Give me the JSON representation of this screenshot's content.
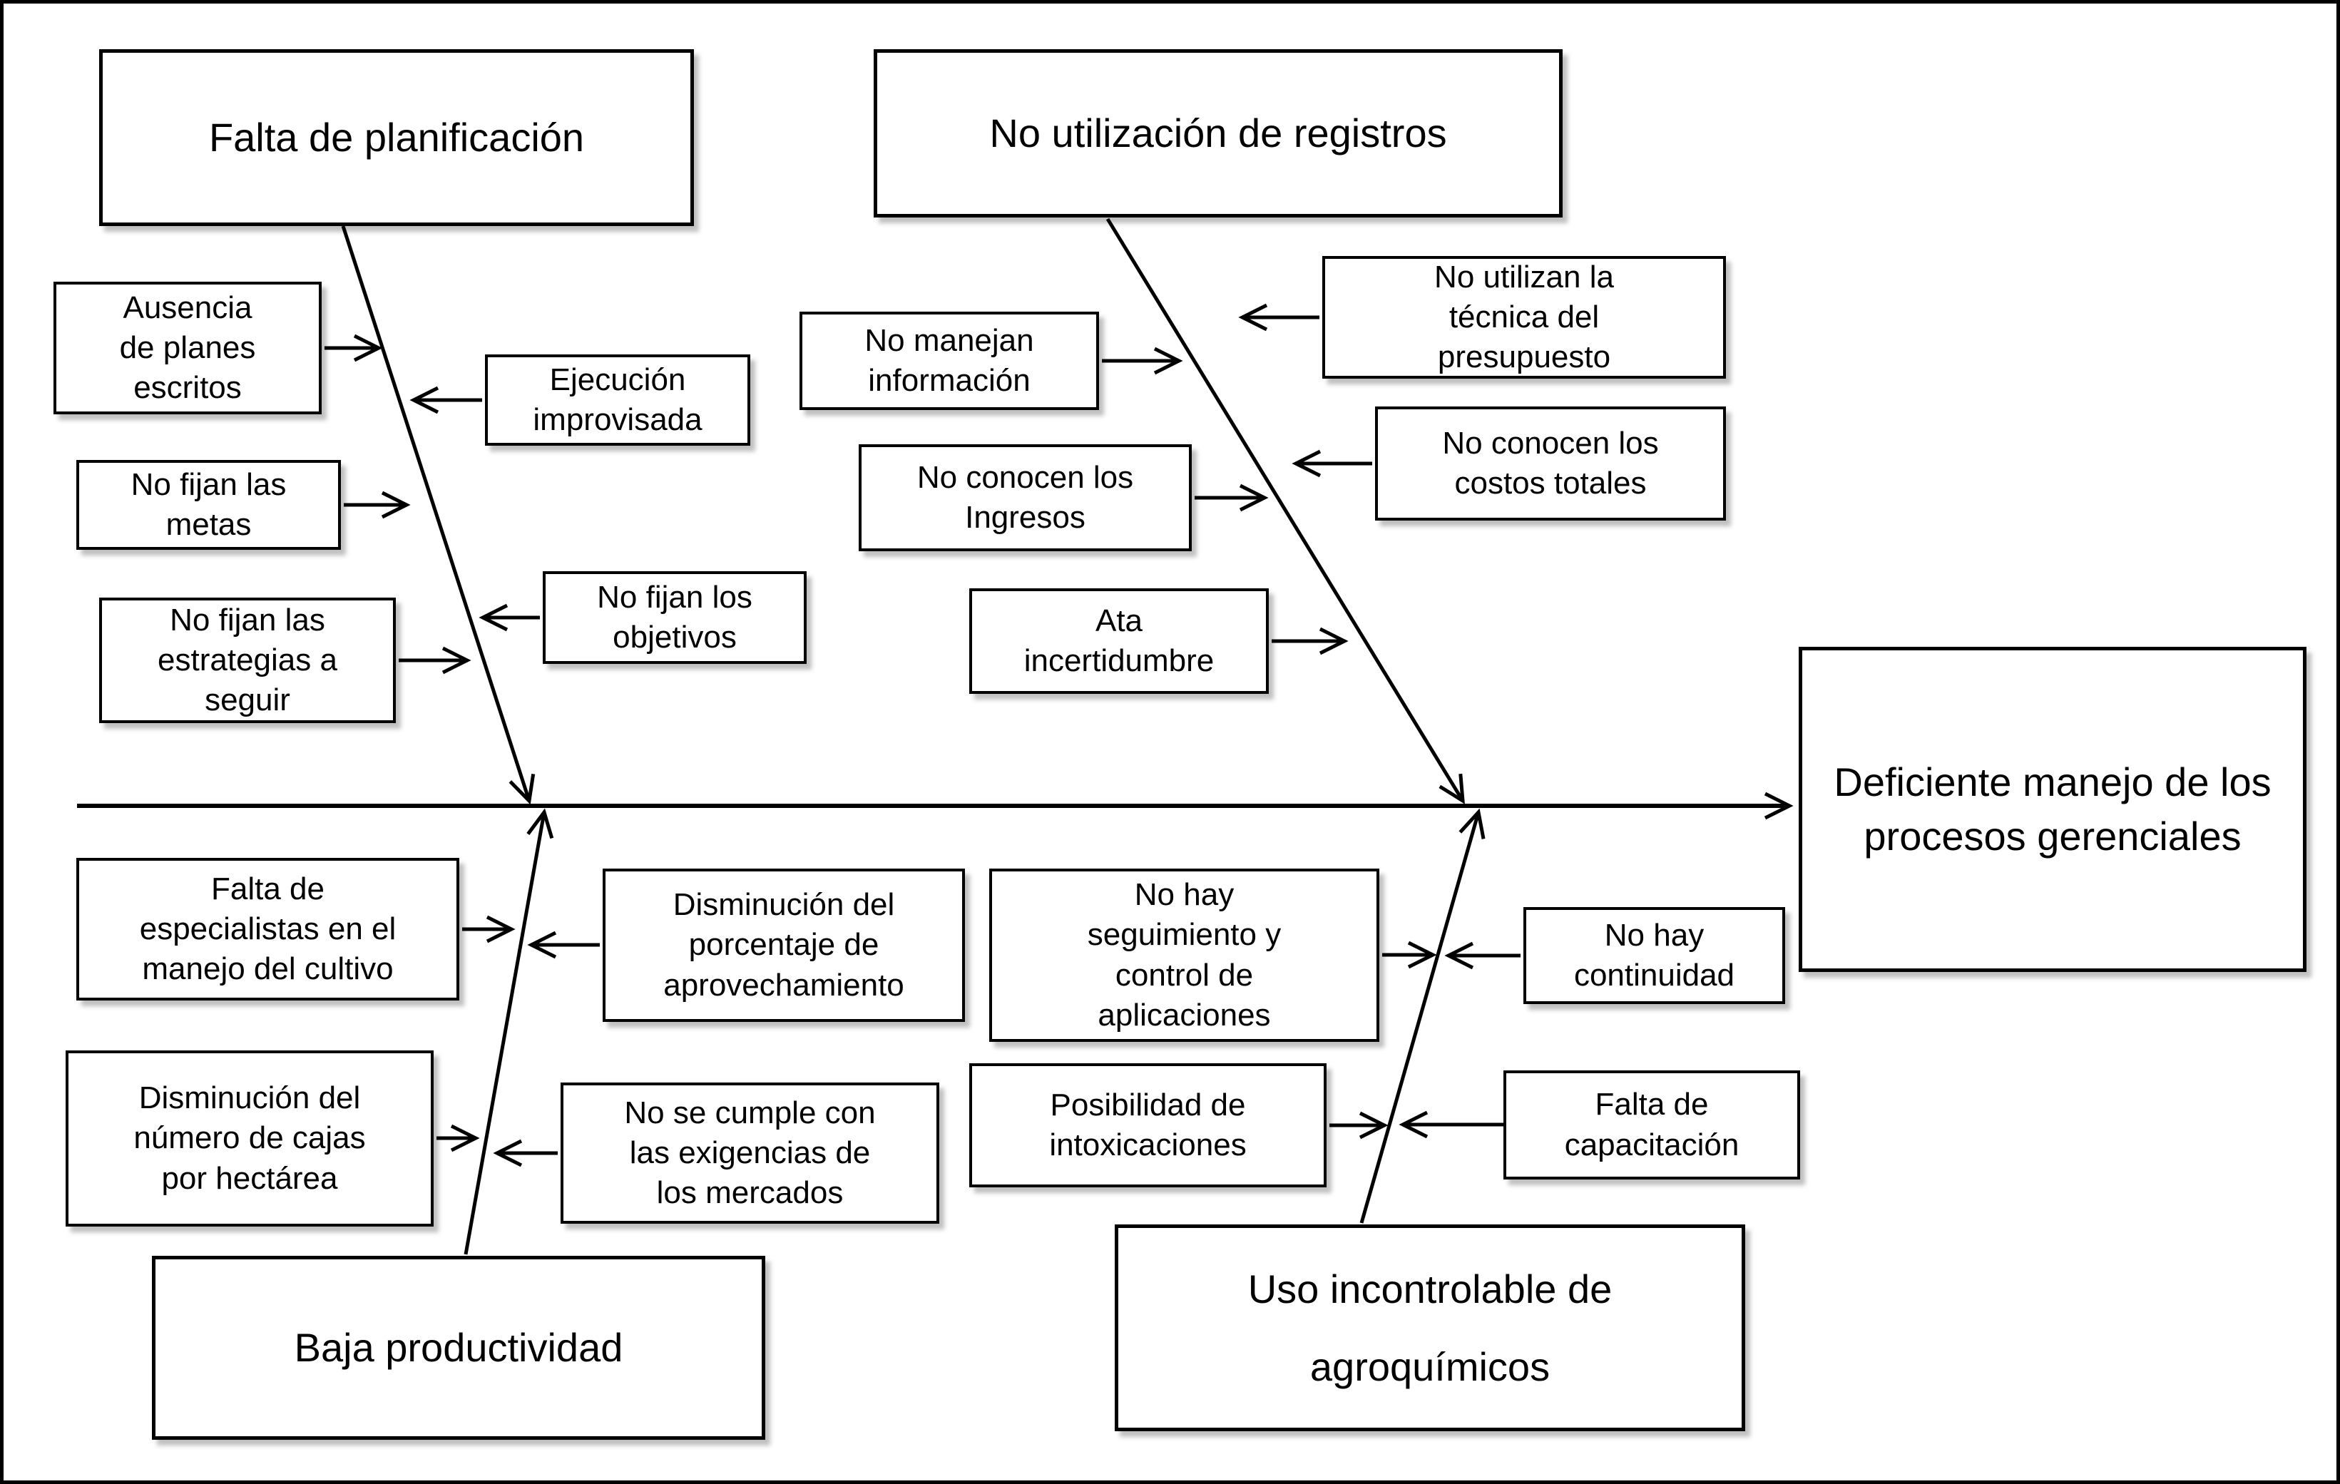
{
  "diagram": {
    "type": "fishbone",
    "effect": "Deficiente manejo  de los\nprocesos gerenciales",
    "bones": {
      "planning": {
        "label": "Falta de planificación",
        "causes": [
          "Ausencia\nde planes\nescritos",
          "Ejecución\nimprovisada",
          "No fijan las\nmetas",
          "No fijan los\nobjetivos",
          "No fijan las\nestrategias a\nseguir"
        ]
      },
      "records": {
        "label": "No utilización  de registros",
        "causes": [
          "No manejan\ninformación",
          "No utilizan  la\ntécnica del\npresupuesto",
          "No conocen los\nIngresos",
          "No conocen los\ncostos totales",
          "Ata\nincertidumbre"
        ]
      },
      "productivity": {
        "label": "Baja productividad",
        "causes": [
          "Falta de\nespecialistas en el\nmanejo del cultivo",
          "Disminución del\nporcentaje de\naprovechamiento",
          "Disminución del\nnúmero de cajas\npor hectárea",
          "No se cumple con\nlas exigencias de\nlos mercados"
        ]
      },
      "agrochemicals": {
        "label": "Uso incontrolable de\nagroquímicos",
        "causes": [
          "No hay\nseguimiento y\ncontrol de\naplicaciones",
          "No hay\ncontinuidad",
          "Posibilidad de\nintoxicaciones",
          "Falta de\ncapacitación"
        ]
      }
    }
  }
}
